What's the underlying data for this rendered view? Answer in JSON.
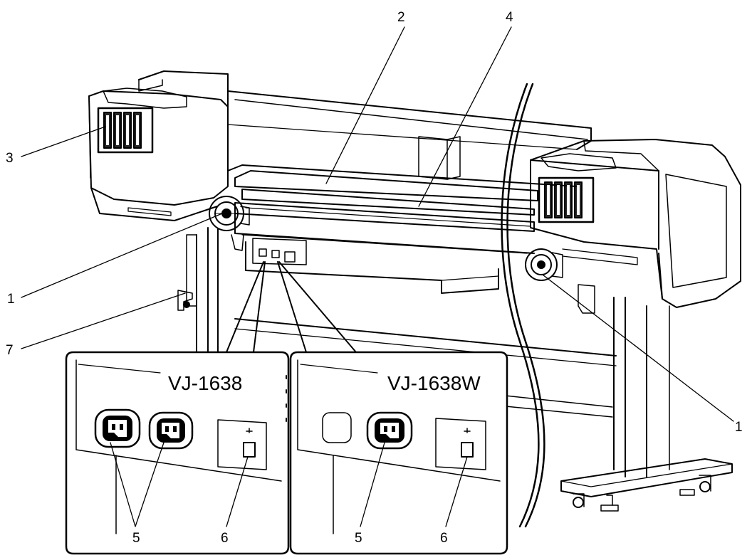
{
  "diagram": {
    "callouts": {
      "left_roll_holder": "1",
      "right_roll_holder": "1",
      "top_guide": "2",
      "ink_cartridge_slots": "3",
      "rear_guide": "4",
      "ac_inlet_left_a": "5",
      "ac_inlet_right_b": "5",
      "network_port_left": "6",
      "network_port_right": "6",
      "waste_valve": "7"
    },
    "insets": {
      "left_model": "VJ-1638",
      "right_model": "VJ-1638W"
    }
  }
}
